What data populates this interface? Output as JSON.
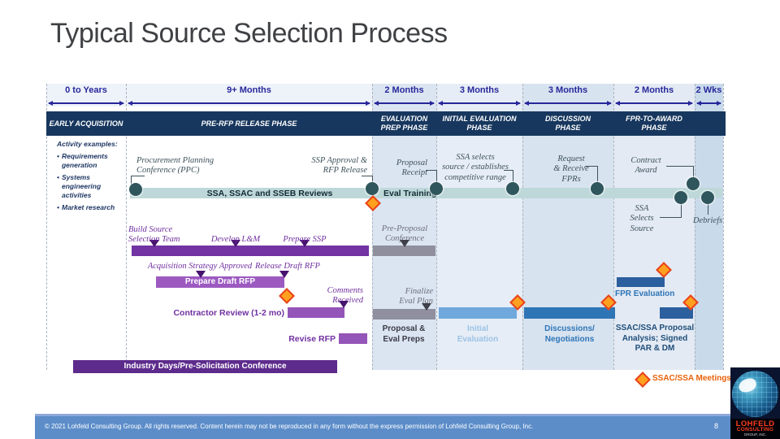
{
  "title": "Typical Source Selection Process",
  "footer": {
    "copyright": "© 2021 Lohfeld Consulting Group. All rights reserved. Content herein may not be reproduced in any form without the express permission of Lohfeld Consulting Group, Inc.",
    "page_number": "8"
  },
  "legend": {
    "meetings": "SSAC/SSA Meetings"
  },
  "logo": {
    "line1": "LOHFELD",
    "line2": "CONSULTING",
    "line3": "GROUP, INC."
  },
  "timeline": {
    "columns": [
      {
        "duration": "0 to Years",
        "phase": [
          "EARLY ACQUISITION"
        ]
      },
      {
        "duration": "9+ Months",
        "phase": [
          "PRE-RFP RELEASE PHASE"
        ]
      },
      {
        "duration": "2 Months",
        "phase": [
          "EVALUATION",
          "PREP PHASE"
        ]
      },
      {
        "duration": "3 Months",
        "phase": [
          "INITIAL EVALUATION",
          "PHASE"
        ]
      },
      {
        "duration": "3 Months",
        "phase": [
          "DISCUSSION",
          "PHASE"
        ]
      },
      {
        "duration": "2 Months",
        "phase": [
          "FPR-TO-AWARD",
          "PHASE"
        ]
      },
      {
        "duration": "2 Wks",
        "phase": [
          ""
        ]
      }
    ]
  },
  "activity": {
    "heading": "Activity examples:",
    "items": [
      "Requirements generation",
      "Systems engineering activities",
      "Market research"
    ]
  },
  "band": {
    "reviews": "SSA, SSAC and SSEB Reviews",
    "eval_training": "Eval Training"
  },
  "milestones": {
    "ppc": [
      "Procurement Planning",
      "Conference (PPC)"
    ],
    "ssp": [
      "SSP Approval &",
      "RFP Release"
    ],
    "receipt": [
      "Proposal",
      "Receipt"
    ],
    "ssa_selects": [
      "SSA selects",
      "source / establishes",
      "competitive range"
    ],
    "fprs": [
      "Request",
      "& Receive",
      "FPRs"
    ],
    "award": [
      "Contract",
      "Award"
    ],
    "ssa_source": [
      "SSA",
      "Selects",
      "Source"
    ],
    "debriefs": "Debriefs"
  },
  "pre_rfp": {
    "build_team": [
      "Build Source",
      "Selection Team"
    ],
    "develop_lm": "Develop L&M",
    "prepare_ssp": "Prepare SSP",
    "acq_strategy": "Acquisition Strategy Approved",
    "release_draft": "Release Draft RFP",
    "prepare_draft_bar": "Prepare Draft RFP",
    "contractor_review": "Contractor Review (1-2 mo)",
    "comments": [
      "Comments",
      "Received"
    ],
    "revise_rfp": "Revise RFP",
    "industry_days": "Industry Days/Pre-Solicitation Conference"
  },
  "eval_prep": {
    "pre_proposal": [
      "Pre-Proposal",
      "Conference"
    ],
    "finalize": [
      "Finalize",
      "Eval Plan"
    ],
    "caption": [
      "Proposal &",
      "Eval Preps"
    ]
  },
  "initial_eval": {
    "caption": [
      "Initial",
      "Evaluation"
    ]
  },
  "discussion": {
    "caption": [
      "Discussions/",
      "Negotiations"
    ]
  },
  "fpr": {
    "eval_label": "FPR Evaluation",
    "caption": [
      "SSAC/SSA Proposal",
      "Analysis; Signed",
      "PAR & DM"
    ]
  },
  "colors": {
    "phase_band": "#17375e",
    "duration_blue": "#27279b",
    "review_band_teal": "#bed8d9",
    "milestone_dot": "#2f565c",
    "purple_dark": "#7233a3",
    "purple_mid": "#9c5ac1",
    "purple_deep": "#5d2b8c",
    "gray_bar": "#8f8f9d",
    "blue_light_bar": "#6fa8dc",
    "blue_mid_bar": "#2e75b6",
    "blue_dark_bar": "#2c5f9e",
    "meeting_diamond": "#ffa01f",
    "legend_orange": "#e8610a",
    "footer_blue": "#5c8dc9"
  }
}
